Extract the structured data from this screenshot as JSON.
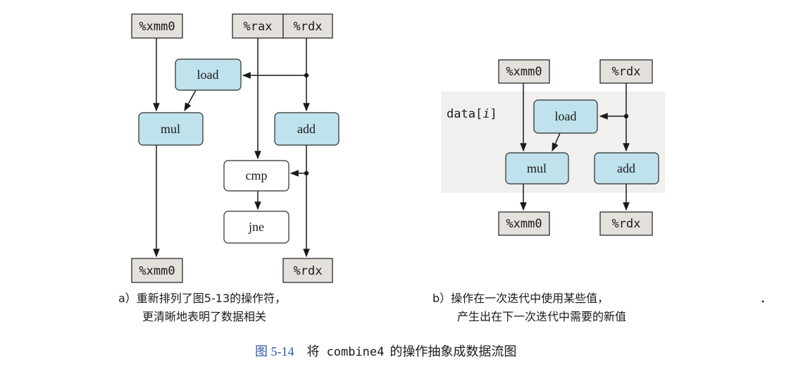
{
  "diagram_a": {
    "reg_xmm0_top": "%xmm0",
    "reg_rax": "%rax",
    "reg_rdx_top": "%rdx",
    "op_load": "load",
    "op_mul": "mul",
    "op_add": "add",
    "op_cmp": "cmp",
    "op_jne": "jne",
    "reg_xmm0_bottom": "%xmm0",
    "reg_rdx_bottom": "%rdx",
    "caption_line1": "a）重新排列了图5-13的操作符，",
    "caption_line2": "更清晰地表明了数据相关"
  },
  "diagram_b": {
    "reg_xmm0_top": "%xmm0",
    "reg_rdx_top": "%rdx",
    "data_label_prefix": "data[",
    "data_label_index": "i",
    "data_label_suffix": "]",
    "op_load": "load",
    "op_mul": "mul",
    "op_add": "add",
    "reg_xmm0_bottom": "%xmm0",
    "reg_rdx_bottom": "%rdx",
    "caption_line1": "b）操作在一次迭代中使用某些值，",
    "caption_line2": "产生出在下一次迭代中需要的新值"
  },
  "figure": {
    "number": "图 5-14",
    "title_pre": "将",
    "title_code": "combine4",
    "title_post": "的操作抽象成数据流图"
  },
  "colors": {
    "op_fill": "#bfe2ec",
    "reg_fill": "#e4e1dc",
    "figure_number": "#2f57a8"
  }
}
